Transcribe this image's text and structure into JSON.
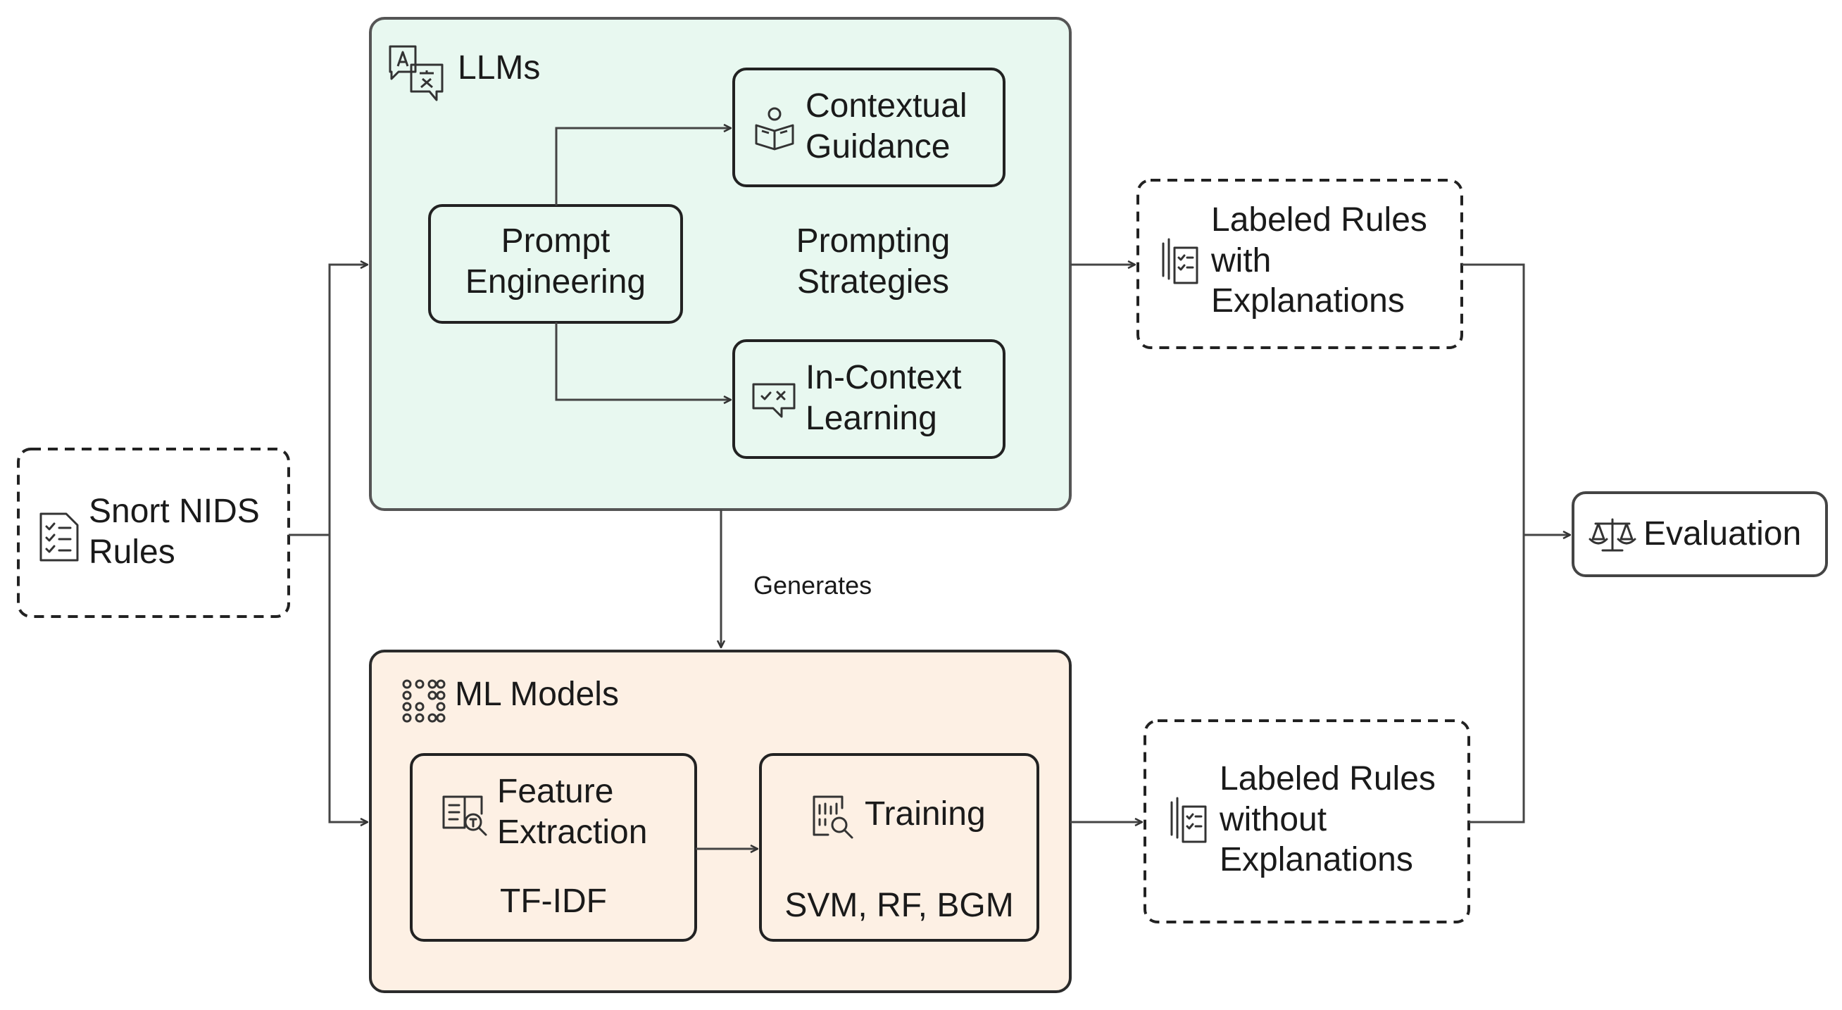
{
  "input": {
    "label_line1": "Snort NIDS",
    "label_line2": "Rules"
  },
  "llms": {
    "title": "LLMs",
    "prompt_engineering_line1": "Prompt",
    "prompt_engineering_line2": "Engineering",
    "contextual_line1": "Contextual",
    "contextual_line2": "Guidance",
    "strategies_line1": "Prompting",
    "strategies_line2": "Strategies",
    "icl_line1": "In-Context",
    "icl_line2": "Learning"
  },
  "generates": "Generates",
  "ml": {
    "title": "ML Models",
    "feature_line1": "Feature",
    "feature_line2": "Extraction",
    "feature_method": "TF-IDF",
    "training": "Training",
    "training_models": "SVM, RF, BGM"
  },
  "outputs": {
    "with_line1": "Labeled Rules",
    "with_line2": "with",
    "with_line3": "Explanations",
    "without_line1": "Labeled Rules",
    "without_line2": "without",
    "without_line3": "Explanations"
  },
  "evaluation": "Evaluation",
  "colors": {
    "llm_fill": "#e8f8f0",
    "ml_fill": "#fdf0e4",
    "stroke": "#333333",
    "box_border": "#2b2b2b"
  }
}
